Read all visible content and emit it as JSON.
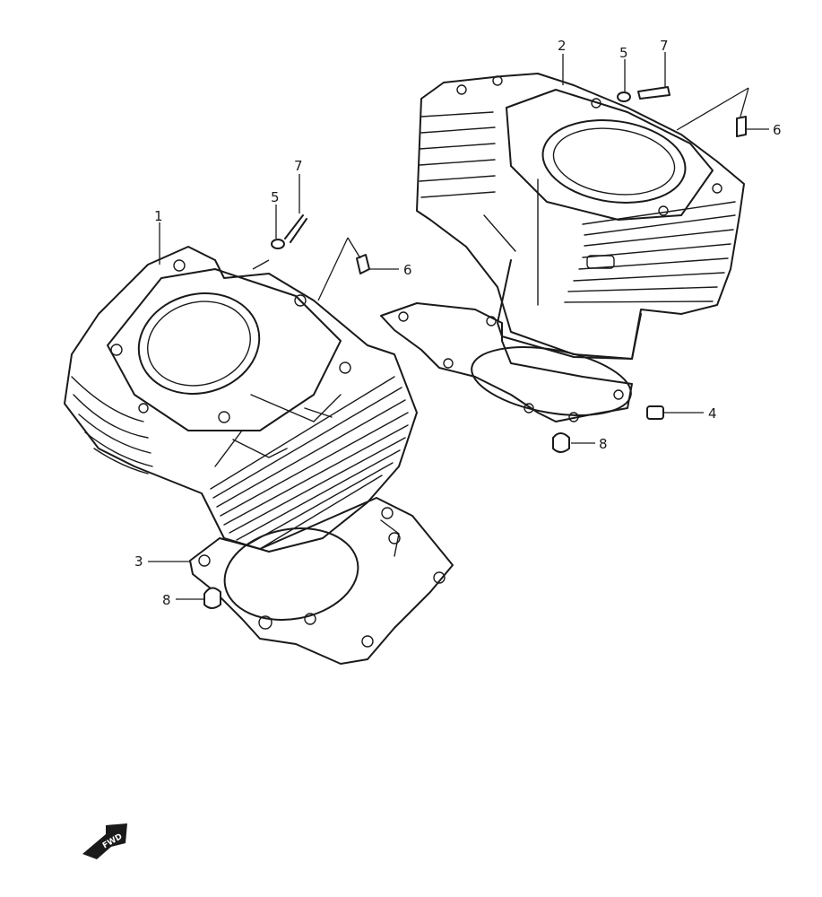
{
  "callouts": {
    "c1": "1",
    "c2": "2",
    "c3": "3",
    "c4": "4",
    "c5a": "5",
    "c5b": "5",
    "c6a": "6",
    "c6b": "6",
    "c7a": "7",
    "c7b": "7",
    "c8a": "8",
    "c8b": "8"
  },
  "fwd_arrow": {
    "label": "FWD"
  }
}
